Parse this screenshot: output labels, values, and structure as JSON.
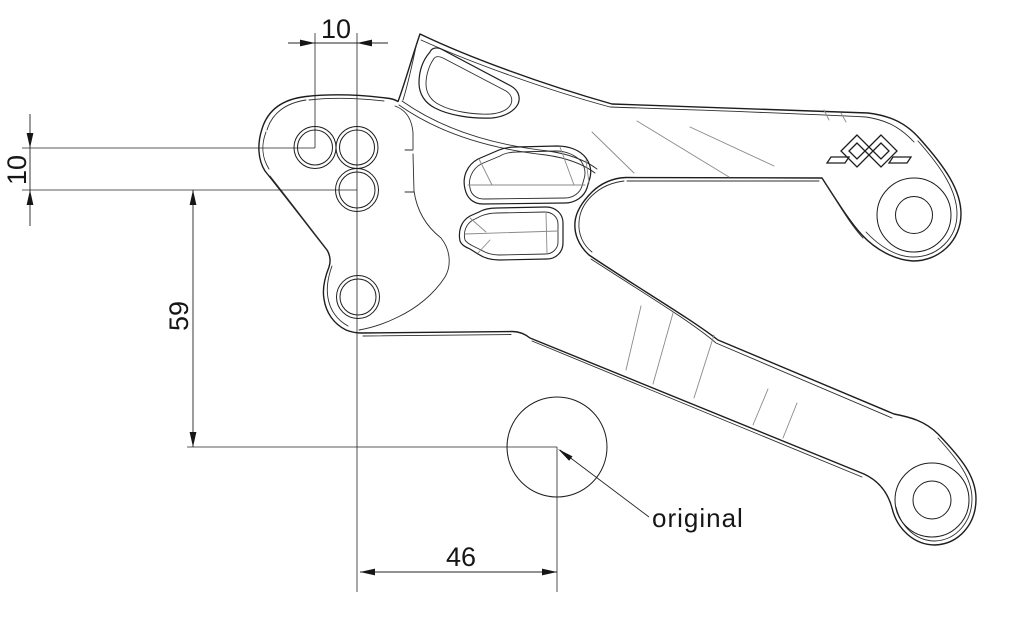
{
  "dimensions": {
    "hole_spacing_horizontal": "10",
    "hole_spacing_vertical": "10",
    "offset_vertical": "59",
    "offset_horizontal": "46"
  },
  "labels": {
    "original": "original"
  },
  "icons": {
    "logo": "gilles-logo-icon"
  },
  "colors": {
    "line": "#1d1d1d",
    "facet": "#8a8a8a",
    "background": "#ffffff"
  }
}
